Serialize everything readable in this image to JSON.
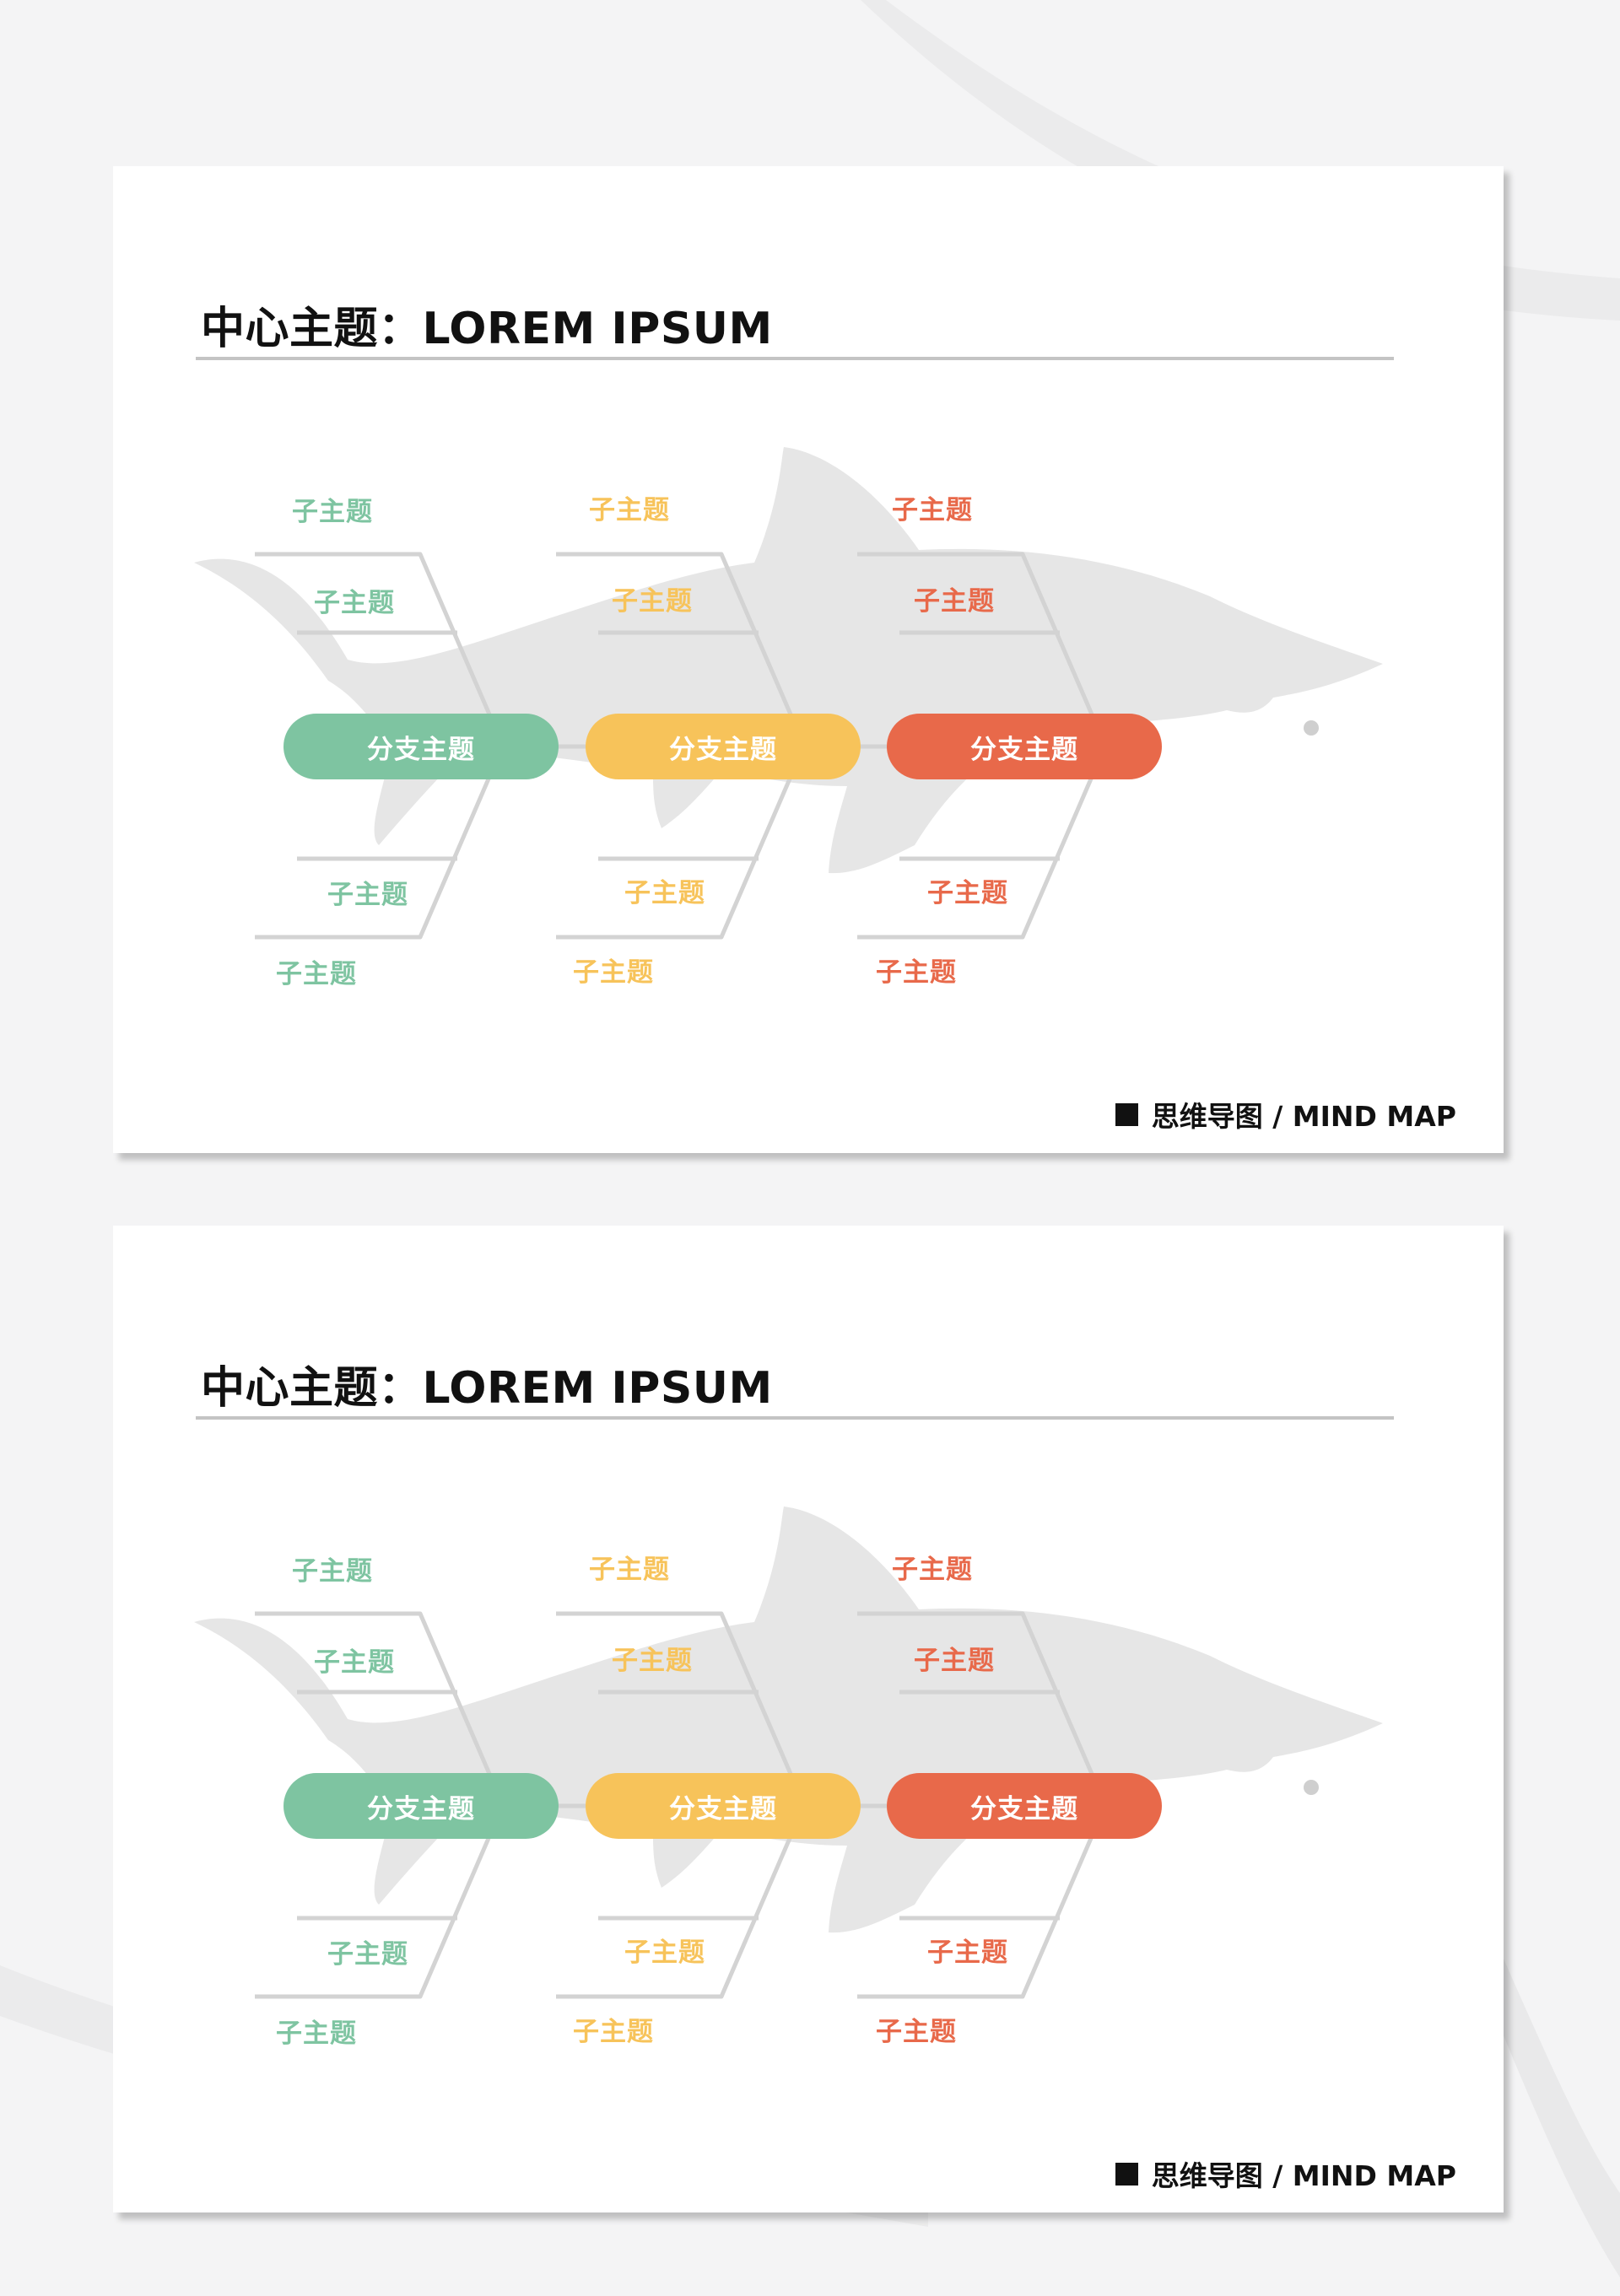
{
  "colors": {
    "green": "#7ec4a1",
    "yellow": "#f7c35a",
    "red": "#e8694a",
    "bone": "#d3d3d3",
    "shark": "#e6e6e6"
  },
  "slides": [
    {
      "title": "中心主题：LOREM IPSUM",
      "branches": [
        {
          "label": "分支主题",
          "color": "#7ec4a1",
          "subs": [
            "子主题",
            "子主题",
            "子主题",
            "子主题"
          ]
        },
        {
          "label": "分支主题",
          "color": "#f7c35a",
          "subs": [
            "子主题",
            "子主题",
            "子主题",
            "子主题"
          ]
        },
        {
          "label": "分支主题",
          "color": "#e8694a",
          "subs": [
            "子主题",
            "子主题",
            "子主题",
            "子主题"
          ]
        }
      ],
      "footer": "思维导图 / MIND MAP"
    },
    {
      "title": "中心主题：LOREM IPSUM",
      "branches": [
        {
          "label": "分支主题",
          "color": "#7ec4a1",
          "subs": [
            "子主题",
            "子主题",
            "子主题",
            "子主题"
          ]
        },
        {
          "label": "分支主题",
          "color": "#f7c35a",
          "subs": [
            "子主题",
            "子主题",
            "子主题",
            "子主题"
          ]
        },
        {
          "label": "分支主题",
          "color": "#e8694a",
          "subs": [
            "子主题",
            "子主题",
            "子主题",
            "子主题"
          ]
        }
      ],
      "footer": "思维导图 / MIND MAP"
    }
  ]
}
